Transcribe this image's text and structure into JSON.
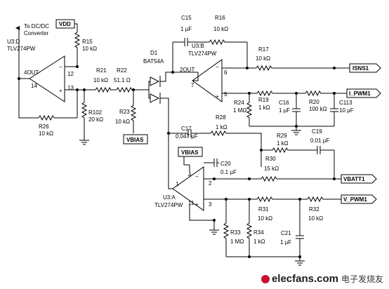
{
  "components": {
    "r15": {
      "ref": "R15",
      "value": "10 kΩ"
    },
    "r21": {
      "ref": "R21",
      "value": "10 kΩ"
    },
    "r22": {
      "ref": "R22",
      "value": "51.1 Ω"
    },
    "r102": {
      "ref": "R102",
      "value": "20 kΩ"
    },
    "r23": {
      "ref": "R23",
      "value": "10 kΩ"
    },
    "r26": {
      "ref": "R26",
      "value": "10 kΩ"
    },
    "c15": {
      "ref": "C15",
      "value": "1 µF"
    },
    "r16": {
      "ref": "R16",
      "value": "10 kΩ"
    },
    "r17": {
      "ref": "R17",
      "value": "10 kΩ"
    },
    "r19": {
      "ref": "R19",
      "value": "1 kΩ"
    },
    "r20": {
      "ref": "R20",
      "value": "100 kΩ"
    },
    "r24": {
      "ref": "R24",
      "value": "1 MΩ"
    },
    "c16": {
      "ref": "C16",
      "value": "1 µF"
    },
    "c113": {
      "ref": "C113",
      "value": "10 µF"
    },
    "c17": {
      "ref": "C17",
      "value": "0.047 µF"
    },
    "r28": {
      "ref": "R28",
      "value": "1 kΩ"
    },
    "r29": {
      "ref": "R29",
      "value": "1 kΩ"
    },
    "c19": {
      "ref": "C19",
      "value": "0.01 µF"
    },
    "r30": {
      "ref": "R30",
      "value": "15 kΩ"
    },
    "c20": {
      "ref": "C20",
      "value": "0.1 µF"
    },
    "r31": {
      "ref": "R31",
      "value": "10 kΩ"
    },
    "r32": {
      "ref": "R32",
      "value": "10 kΩ"
    },
    "r33": {
      "ref": "R33",
      "value": "1 MΩ"
    },
    "r34": {
      "ref": "R34",
      "value": "1 kΩ"
    },
    "c21": {
      "ref": "C21",
      "value": "1 µF"
    },
    "d1": {
      "ref": "D1",
      "value": "BAT54A"
    }
  },
  "opamps": {
    "u3d": {
      "ref": "U3:D",
      "part": "TLV274PW",
      "out": "4OUT",
      "pins": [
        "12",
        "13",
        "14"
      ]
    },
    "u3b": {
      "ref": "U3:B",
      "part": "TLV274PW",
      "out": "2OUT",
      "pins": [
        "6",
        "5",
        "7"
      ]
    },
    "u3a": {
      "ref": "U3:A",
      "part": "TLV274PW",
      "pins": [
        "4",
        "2",
        "1",
        "11",
        "3"
      ]
    }
  },
  "nets": {
    "vdd": "VDD",
    "vbias": "VBIAS",
    "isns1": "ISNS1",
    "i_pwm1": "I_PWM1",
    "vbatt1": "VBATT1",
    "v_pwm1": "V_PWM1"
  },
  "note": {
    "line1": "To DC/DC",
    "line2": "Converter"
  },
  "watermark": {
    "brand": "elecfans.com",
    "cn": "电子发烧友"
  }
}
